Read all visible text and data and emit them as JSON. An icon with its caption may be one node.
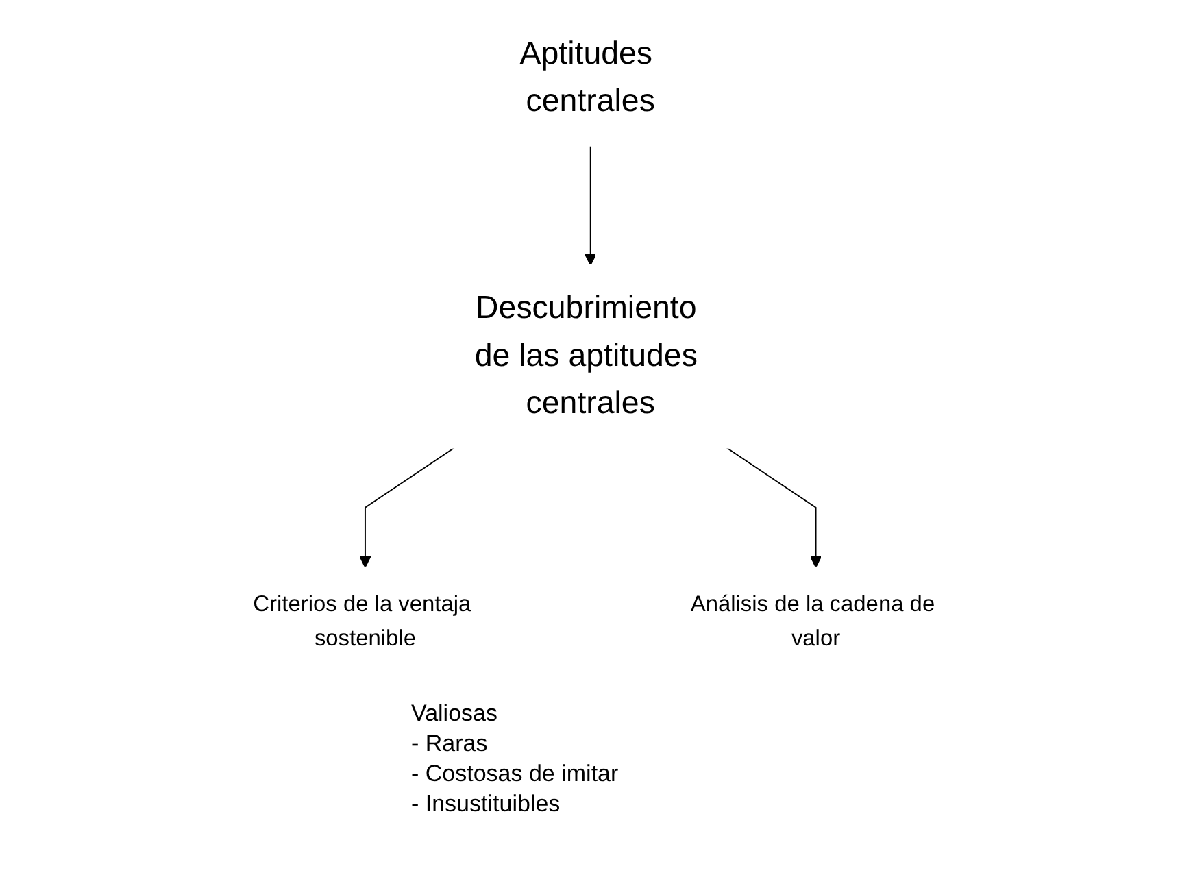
{
  "diagram": {
    "nodes": [
      {
        "text": [
          "Aptitudes centrales"
        ]
      },
      {
        "text": [
          "Descubrimiento de las aptitudes centrales"
        ]
      },
      {
        "text": [
          "Criterios de la ventaja sostenible"
        ]
      },
      {
        "text": [
          "Análisis de la cadena de valor"
        ]
      }
    ],
    "edges": [
      {
        "from": 0,
        "to": 1,
        "arrow": "to"
      },
      {
        "from": 1,
        "to": 2,
        "arrow": "to"
      },
      {
        "from": 1,
        "to": 3,
        "arrow": "to"
      }
    ],
    "labels": [
      "Valiosas",
      "- Raras",
      "- Costosas de imitar",
      "- Insustituibles"
    ]
  }
}
